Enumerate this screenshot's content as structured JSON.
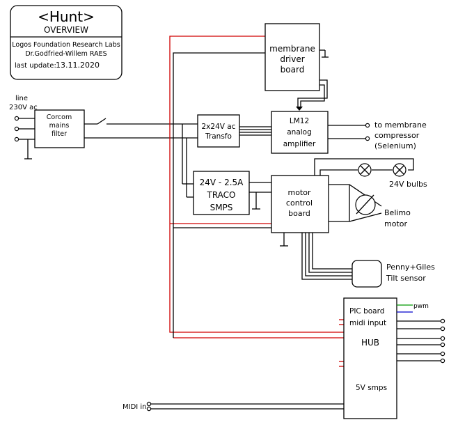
{
  "header": {
    "title": "<Hunt>",
    "subtitle": "OVERVIEW",
    "org": "Logos Foundation Research Labs",
    "author": "Dr.Godfried-Willem RAES",
    "update_label": "last update:",
    "update_date": "13.11.2020"
  },
  "input": {
    "line_label": "line",
    "voltage_label": "230V ac",
    "midi_label": "MIDI in"
  },
  "blocks": {
    "filter": [
      "Corcom",
      "mains",
      "filter"
    ],
    "transfo": [
      "2x24V ac",
      "Transfo"
    ],
    "smps": [
      "24V - 2.5A",
      "TRACO",
      "SMPS"
    ],
    "membrane_driver": [
      "membrane",
      "driver",
      "board"
    ],
    "amplifier": [
      "LM12",
      "analog",
      "amplifier"
    ],
    "motor_control": [
      "motor",
      "control",
      "board"
    ],
    "pic": {
      "title": "PIC board",
      "midi": "midi input",
      "hub": "HUB",
      "smps": "5V smps",
      "pwm": "pwm"
    }
  },
  "outputs": {
    "compressor": [
      "to membrane",
      "compressor",
      "(Selenium)"
    ],
    "bulbs": "24V bulbs",
    "motor": [
      "Belimo",
      "motor"
    ],
    "tilt": [
      "Penny+Giles",
      "Tilt sensor"
    ]
  },
  "colors": {
    "wire": "#000000",
    "power": "#d00000",
    "pwm": "#009900",
    "signal": "#0000cc"
  }
}
